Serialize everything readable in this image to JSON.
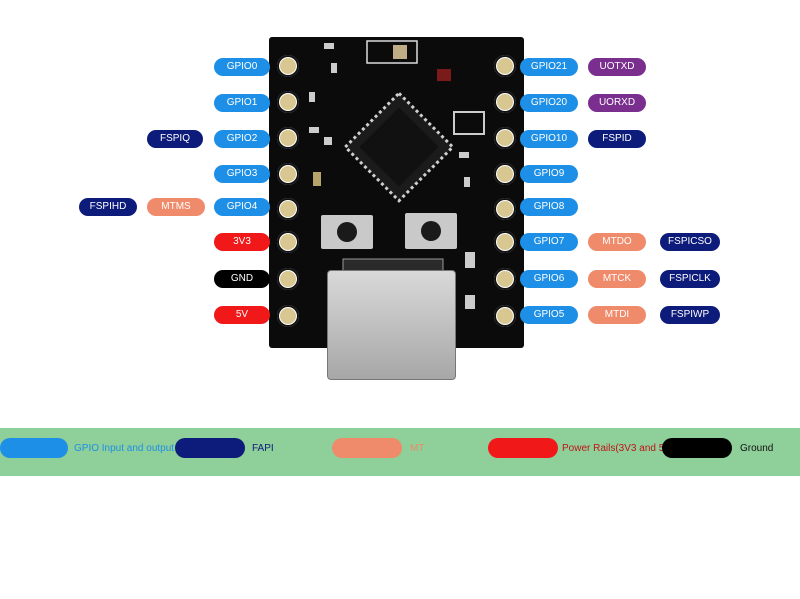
{
  "left_pins": [
    {
      "gpio": "GPIO0"
    },
    {
      "gpio": "GPIO1"
    },
    {
      "gpio": "GPIO2",
      "fapi": "FSPIQ"
    },
    {
      "gpio": "GPIO3"
    },
    {
      "gpio": "GPIO4",
      "mt": "MTMS",
      "fapi": "FSPIHD"
    },
    {
      "power": "3V3"
    },
    {
      "ground": "GND"
    },
    {
      "power": "5V"
    }
  ],
  "right_pins": [
    {
      "gpio": "GPIO21",
      "extra": "UOTXD"
    },
    {
      "gpio": "GPIO20",
      "extra": "UORXD"
    },
    {
      "gpio": "GPIO10",
      "fapi": "FSPID"
    },
    {
      "gpio": "GPIO9"
    },
    {
      "gpio": "GPIO8"
    },
    {
      "gpio": "GPIO7",
      "mt": "MTDO",
      "fapi": "FSPICSO"
    },
    {
      "gpio": "GPIO6",
      "mt": "MTCK",
      "fapi": "FSPICLK"
    },
    {
      "gpio": "GPIO5",
      "mt": "MTDI",
      "fapi": "FSPIWP"
    }
  ],
  "legend": {
    "gpio_label": "GPIO Input and output",
    "fapi_label": "FAPI",
    "mt_label": "MT",
    "power_label": "Power Rails(3V3 and 5v)",
    "ground_label": "Ground"
  },
  "colors": {
    "gpio": "#1e8fe6",
    "fapi": "#0d1b7a",
    "mt": "#ef8a6a",
    "power": "#f01818",
    "ground": "#000000",
    "uart": "#7a2f8f",
    "legend_bar": "#8fcf99"
  }
}
